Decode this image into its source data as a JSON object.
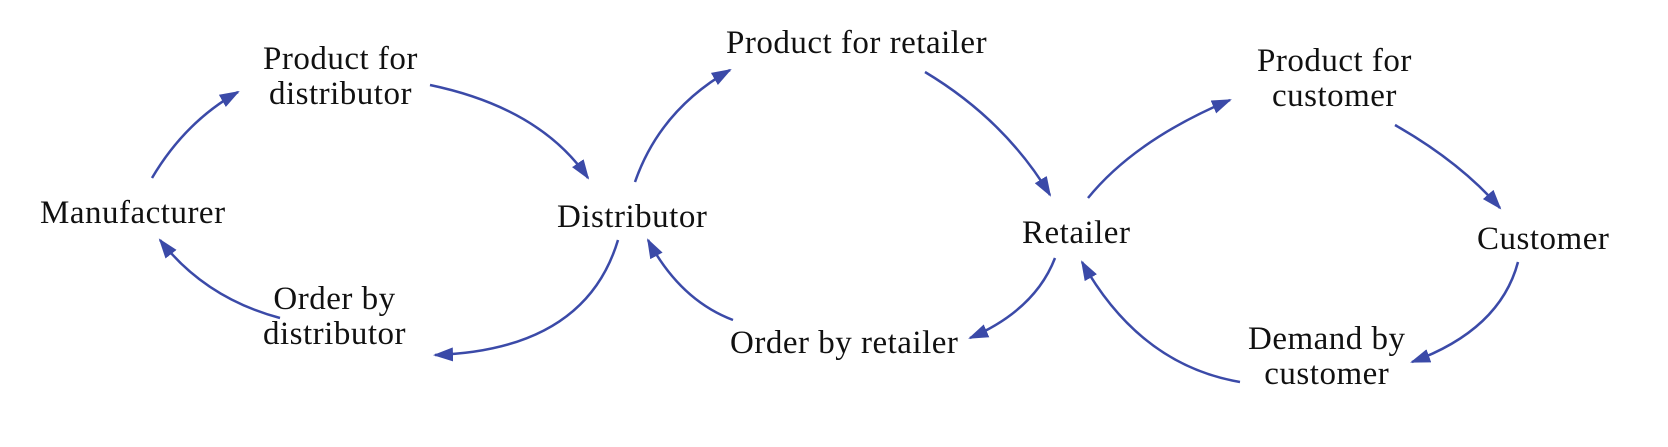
{
  "colors": {
    "arrow": "#3b4aa8",
    "text": "#111111",
    "background": "#ffffff"
  },
  "nodes": {
    "manufacturer": "Manufacturer",
    "distributor": "Distributor",
    "retailer": "Retailer",
    "customer": "Customer"
  },
  "flows": {
    "product_for_distributor": [
      "Product for",
      "distributor"
    ],
    "order_by_distributor": [
      "Order by",
      "distributor"
    ],
    "product_for_retailer": "Product for retailer",
    "order_by_retailer": "Order by retailer",
    "product_for_customer": [
      "Product for",
      "customer"
    ],
    "demand_by_customer": [
      "Demand by",
      "customer"
    ]
  }
}
